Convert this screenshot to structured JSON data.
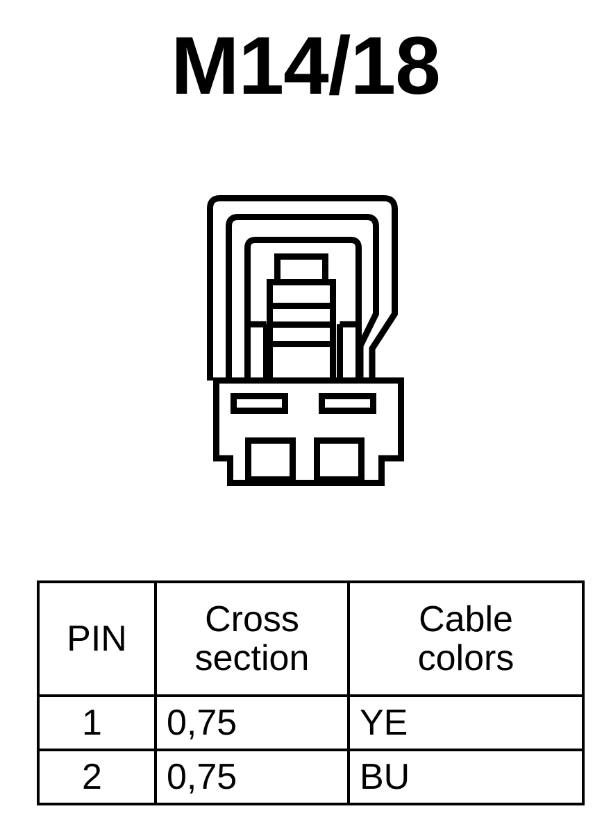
{
  "title": "M14/18",
  "connector": {
    "name": "2-way connector housing diagram",
    "line_color": "#000000",
    "fill_color": "#ffffff",
    "cavity_count": 2
  },
  "table": {
    "columns": [
      {
        "key": "pin",
        "label": "PIN",
        "label_lines": [
          "PIN"
        ]
      },
      {
        "key": "cross",
        "label": "Cross section",
        "label_lines": [
          "Cross",
          "section"
        ]
      },
      {
        "key": "colors",
        "label": "Cable colors",
        "label_lines": [
          "Cable",
          "colors"
        ]
      }
    ],
    "rows": [
      {
        "pin": "1",
        "cross": "0,75",
        "colors": "YE"
      },
      {
        "pin": "2",
        "cross": "0,75",
        "colors": "BU"
      }
    ]
  }
}
